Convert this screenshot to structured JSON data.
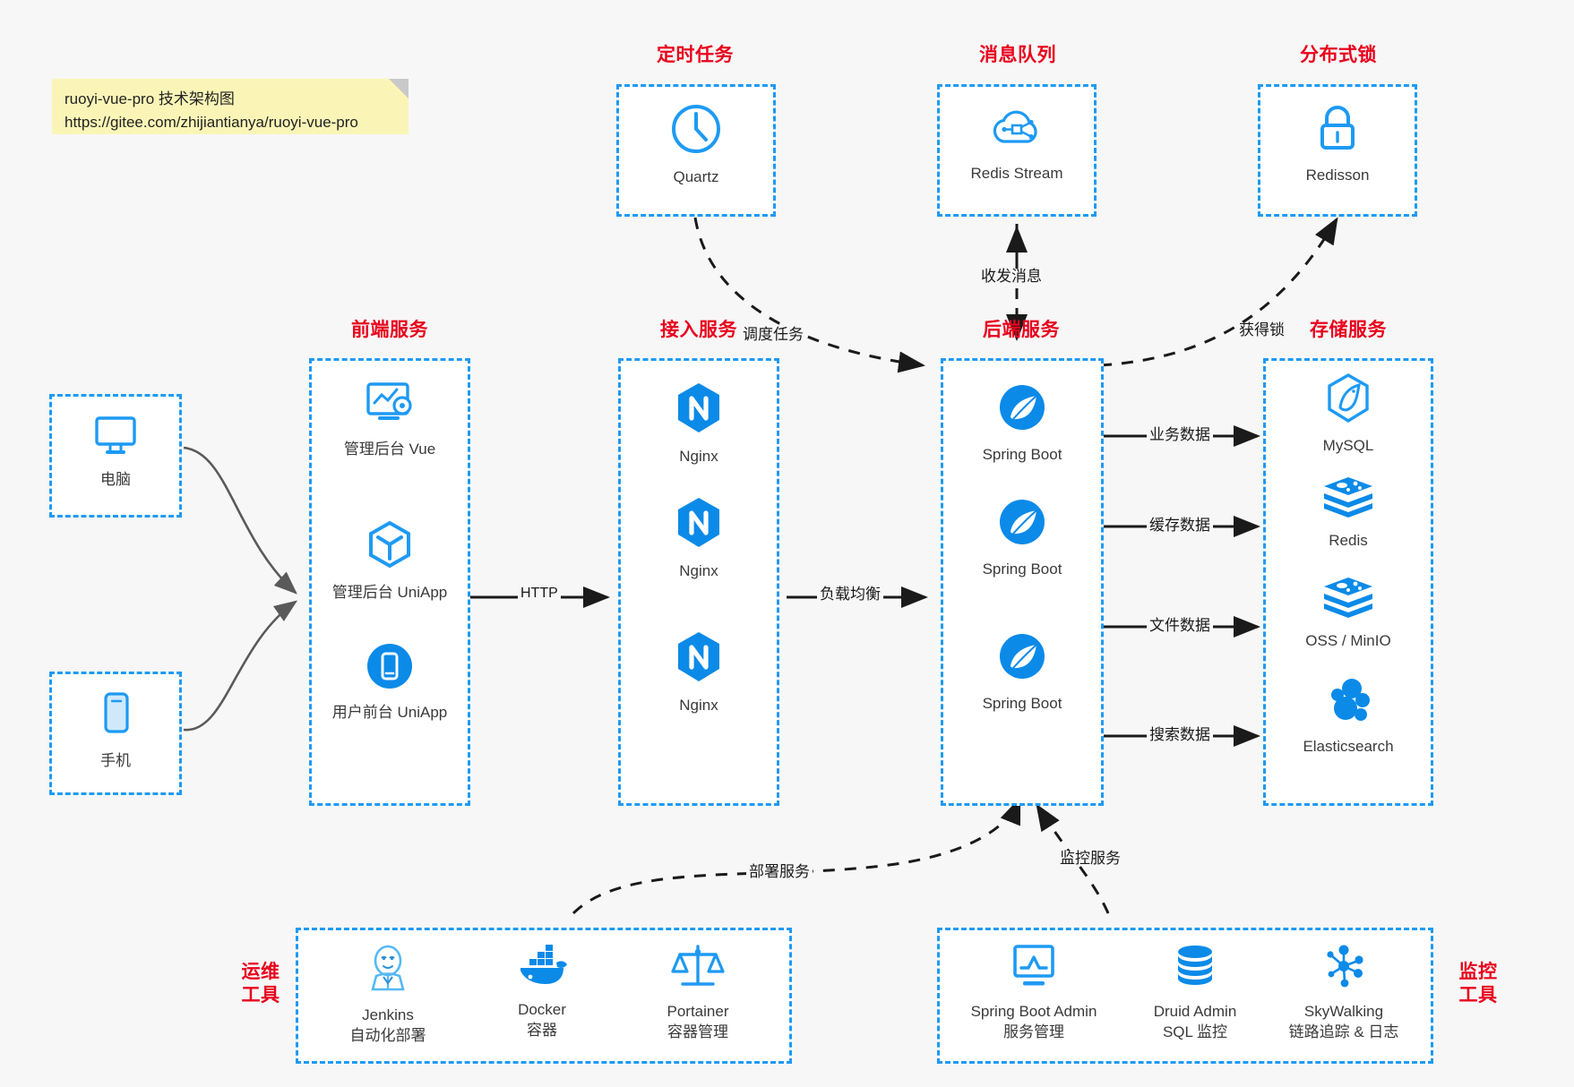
{
  "note": {
    "line1": "ruoyi-vue-pro 技术架构图",
    "line2": "https://gitee.com/zhijiantianya/ruoyi-vue-pro"
  },
  "colors": {
    "accent_blue": "#1e9af3",
    "title_red": "#e8001c",
    "note_yellow": "#faf5b7",
    "background": "#f7f7f7",
    "wire_gray": "#5a5a5a",
    "wire_dark": "#1a1a1a"
  },
  "groups": {
    "scheduled_task": {
      "title": "定时任务",
      "nodes": [
        {
          "label": "Quartz",
          "icon": "clock-icon"
        }
      ]
    },
    "message_queue": {
      "title": "消息队列",
      "nodes": [
        {
          "label": "Redis Stream",
          "icon": "cloud-stream-icon"
        }
      ]
    },
    "distributed_lock": {
      "title": "分布式锁",
      "nodes": [
        {
          "label": "Redisson",
          "icon": "lock-icon"
        }
      ]
    },
    "clients": {
      "nodes": [
        {
          "label": "电脑",
          "icon": "desktop-monitor-icon"
        },
        {
          "label": "手机",
          "icon": "mobile-phone-icon"
        }
      ]
    },
    "frontend": {
      "title": "前端服务",
      "nodes": [
        {
          "label": "管理后台 Vue",
          "icon": "dashboard-gear-icon"
        },
        {
          "label": "管理后台 UniApp",
          "icon": "cube-icon"
        },
        {
          "label": "用户前台 UniApp",
          "icon": "phone-app-icon"
        }
      ]
    },
    "gateway": {
      "title": "接入服务",
      "nodes": [
        {
          "label": "Nginx",
          "icon": "nginx-icon"
        },
        {
          "label": "Nginx",
          "icon": "nginx-icon"
        },
        {
          "label": "Nginx",
          "icon": "nginx-icon"
        }
      ]
    },
    "backend": {
      "title": "后端服务",
      "nodes": [
        {
          "label": "Spring Boot",
          "icon": "spring-leaf-icon"
        },
        {
          "label": "Spring Boot",
          "icon": "spring-leaf-icon"
        },
        {
          "label": "Spring Boot",
          "icon": "spring-leaf-icon"
        }
      ]
    },
    "storage": {
      "title": "存储服务",
      "nodes": [
        {
          "label": "MySQL",
          "icon": "mysql-dolphin-icon"
        },
        {
          "label": "Redis",
          "icon": "redis-stack-icon"
        },
        {
          "label": "OSS / MinIO",
          "icon": "redis-stack-icon"
        },
        {
          "label": "Elasticsearch",
          "icon": "elasticsearch-cluster-icon"
        }
      ]
    },
    "devops": {
      "title_line1": "运维",
      "title_line2": "工具",
      "nodes": [
        {
          "label": "Jenkins",
          "sublabel": "自动化部署",
          "icon": "jenkins-butler-icon"
        },
        {
          "label": "Docker",
          "sublabel": "容器",
          "icon": "docker-whale-icon"
        },
        {
          "label": "Portainer",
          "sublabel": "容器管理",
          "icon": "scales-icon"
        }
      ]
    },
    "monitoring": {
      "title_line1": "监控",
      "title_line2": "工具",
      "nodes": [
        {
          "label": "Spring Boot Admin",
          "sublabel": "服务管理",
          "icon": "monitor-chart-icon"
        },
        {
          "label": "Druid Admin",
          "sublabel": "SQL 监控",
          "icon": "database-icon"
        },
        {
          "label": "SkyWalking",
          "sublabel": "链路追踪 & 日志",
          "icon": "skywalking-nodes-icon"
        }
      ]
    }
  },
  "edges": [
    {
      "name": "quartz-to-backend",
      "label": "调度任务"
    },
    {
      "name": "mq-backend-bidirectional",
      "label": "收发消息"
    },
    {
      "name": "backend-to-redisson",
      "label": "获得锁"
    },
    {
      "name": "frontend-to-gateway",
      "label": "HTTP"
    },
    {
      "name": "gateway-to-backend",
      "label": "负载均衡"
    },
    {
      "name": "backend-to-mysql",
      "label": "业务数据"
    },
    {
      "name": "backend-to-redis",
      "label": "缓存数据"
    },
    {
      "name": "backend-to-oss",
      "label": "文件数据"
    },
    {
      "name": "backend-to-es",
      "label": "搜索数据"
    },
    {
      "name": "devops-to-backend",
      "label": "部署服务"
    },
    {
      "name": "monitoring-to-backend",
      "label": "监控服务"
    }
  ]
}
